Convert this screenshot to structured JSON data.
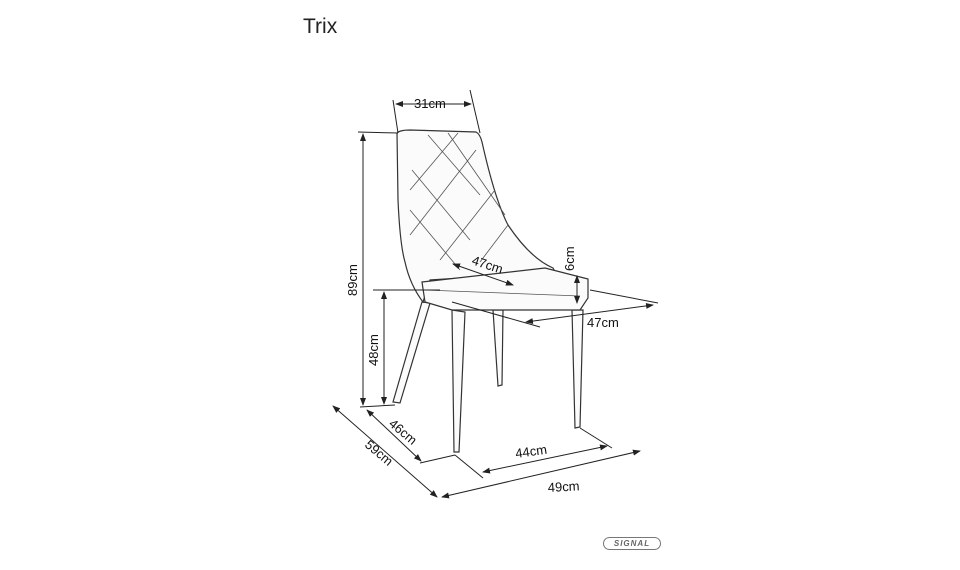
{
  "title": "Trix",
  "dimensions": {
    "backrest_width": "31cm",
    "total_height": "89cm",
    "seat_height": "48cm",
    "seat_thickness": "6cm",
    "seat_depth": "47cm",
    "seat_width": "47cm",
    "leg_depth": "46cm",
    "total_depth": "59cm",
    "leg_width": "44cm",
    "total_width": "49cm"
  },
  "logo": "SIGNAL"
}
